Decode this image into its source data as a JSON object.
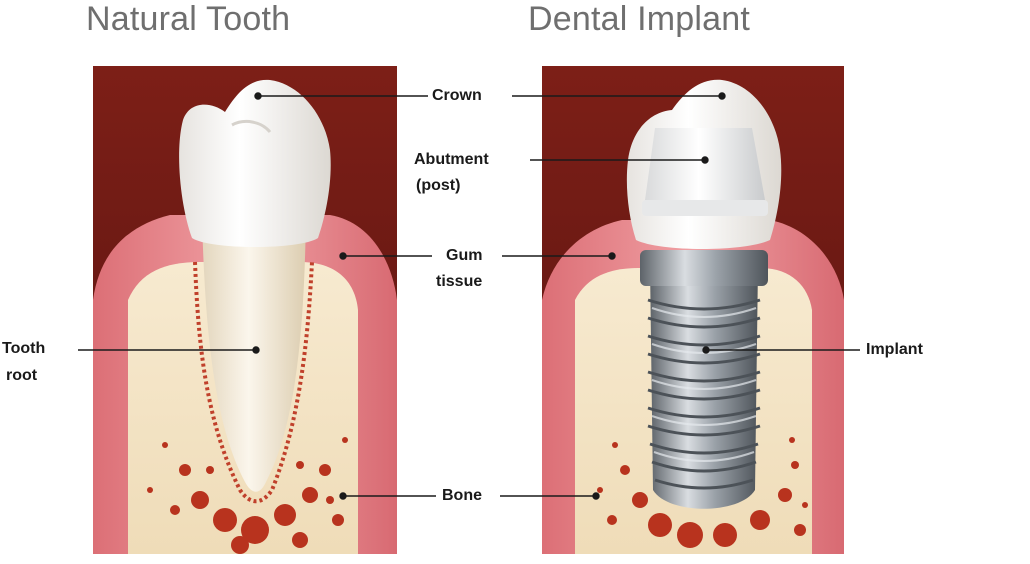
{
  "titles": {
    "left": "Natural Tooth",
    "right": "Dental Implant"
  },
  "labels": {
    "crown": "Crown",
    "abutment_line1": "Abutment",
    "abutment_line2": "(post)",
    "gum_line1": "Gum",
    "gum_line2": "tissue",
    "tooth_root_line1": "Tooth",
    "tooth_root_line2": "root",
    "implant": "Implant",
    "bone": "Bone"
  },
  "colors": {
    "background_tissue": "#6e1a14",
    "gum": "#e8838a",
    "bone": "#f3e4c6",
    "marrow": "#b8331e",
    "enamel": "#f7f5f2",
    "root": "#ede3cf",
    "metal": "#8f969d"
  }
}
